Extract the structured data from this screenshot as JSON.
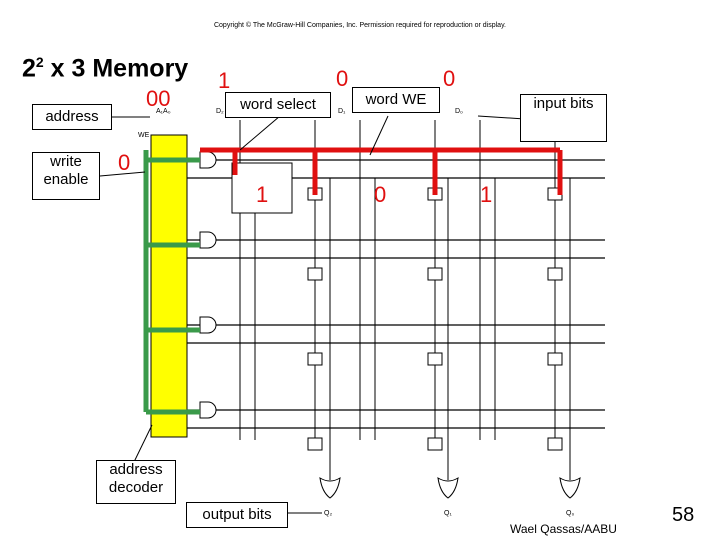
{
  "copyright": "Copyright © The McGraw-Hill Companies, Inc. Permission required for reproduction or display.",
  "title": {
    "main": "2",
    "sup": "2",
    "rest": " x 3 Memory"
  },
  "values": {
    "word_select_top": "1",
    "word_we_left": "0",
    "word_we_right": "0",
    "address_value": "00",
    "write_enable_value": "0",
    "bit_d2": "1",
    "bit_d1": "0",
    "bit_d0": "1"
  },
  "callouts": {
    "address": "address",
    "write_enable": "write enable",
    "word_select": "word select",
    "word_we": "word WE",
    "input_bits": "input bits",
    "address_decoder": "address decoder",
    "output_bits": "output bits"
  },
  "pin_labels": {
    "a1a0": "A₁A₀",
    "we": "WE",
    "d2": "D₂",
    "d1": "D₁",
    "d0": "D₀",
    "q2": "Q₂",
    "q1": "Q₁",
    "q0": "Q₀"
  },
  "footer": {
    "author": "Wael Qassas/AABU",
    "page": "58"
  },
  "colors": {
    "decoder": "#ffff00",
    "highlight_red": "#e01010",
    "highlight_green": "#3a9a4a",
    "wire": "#000000"
  }
}
